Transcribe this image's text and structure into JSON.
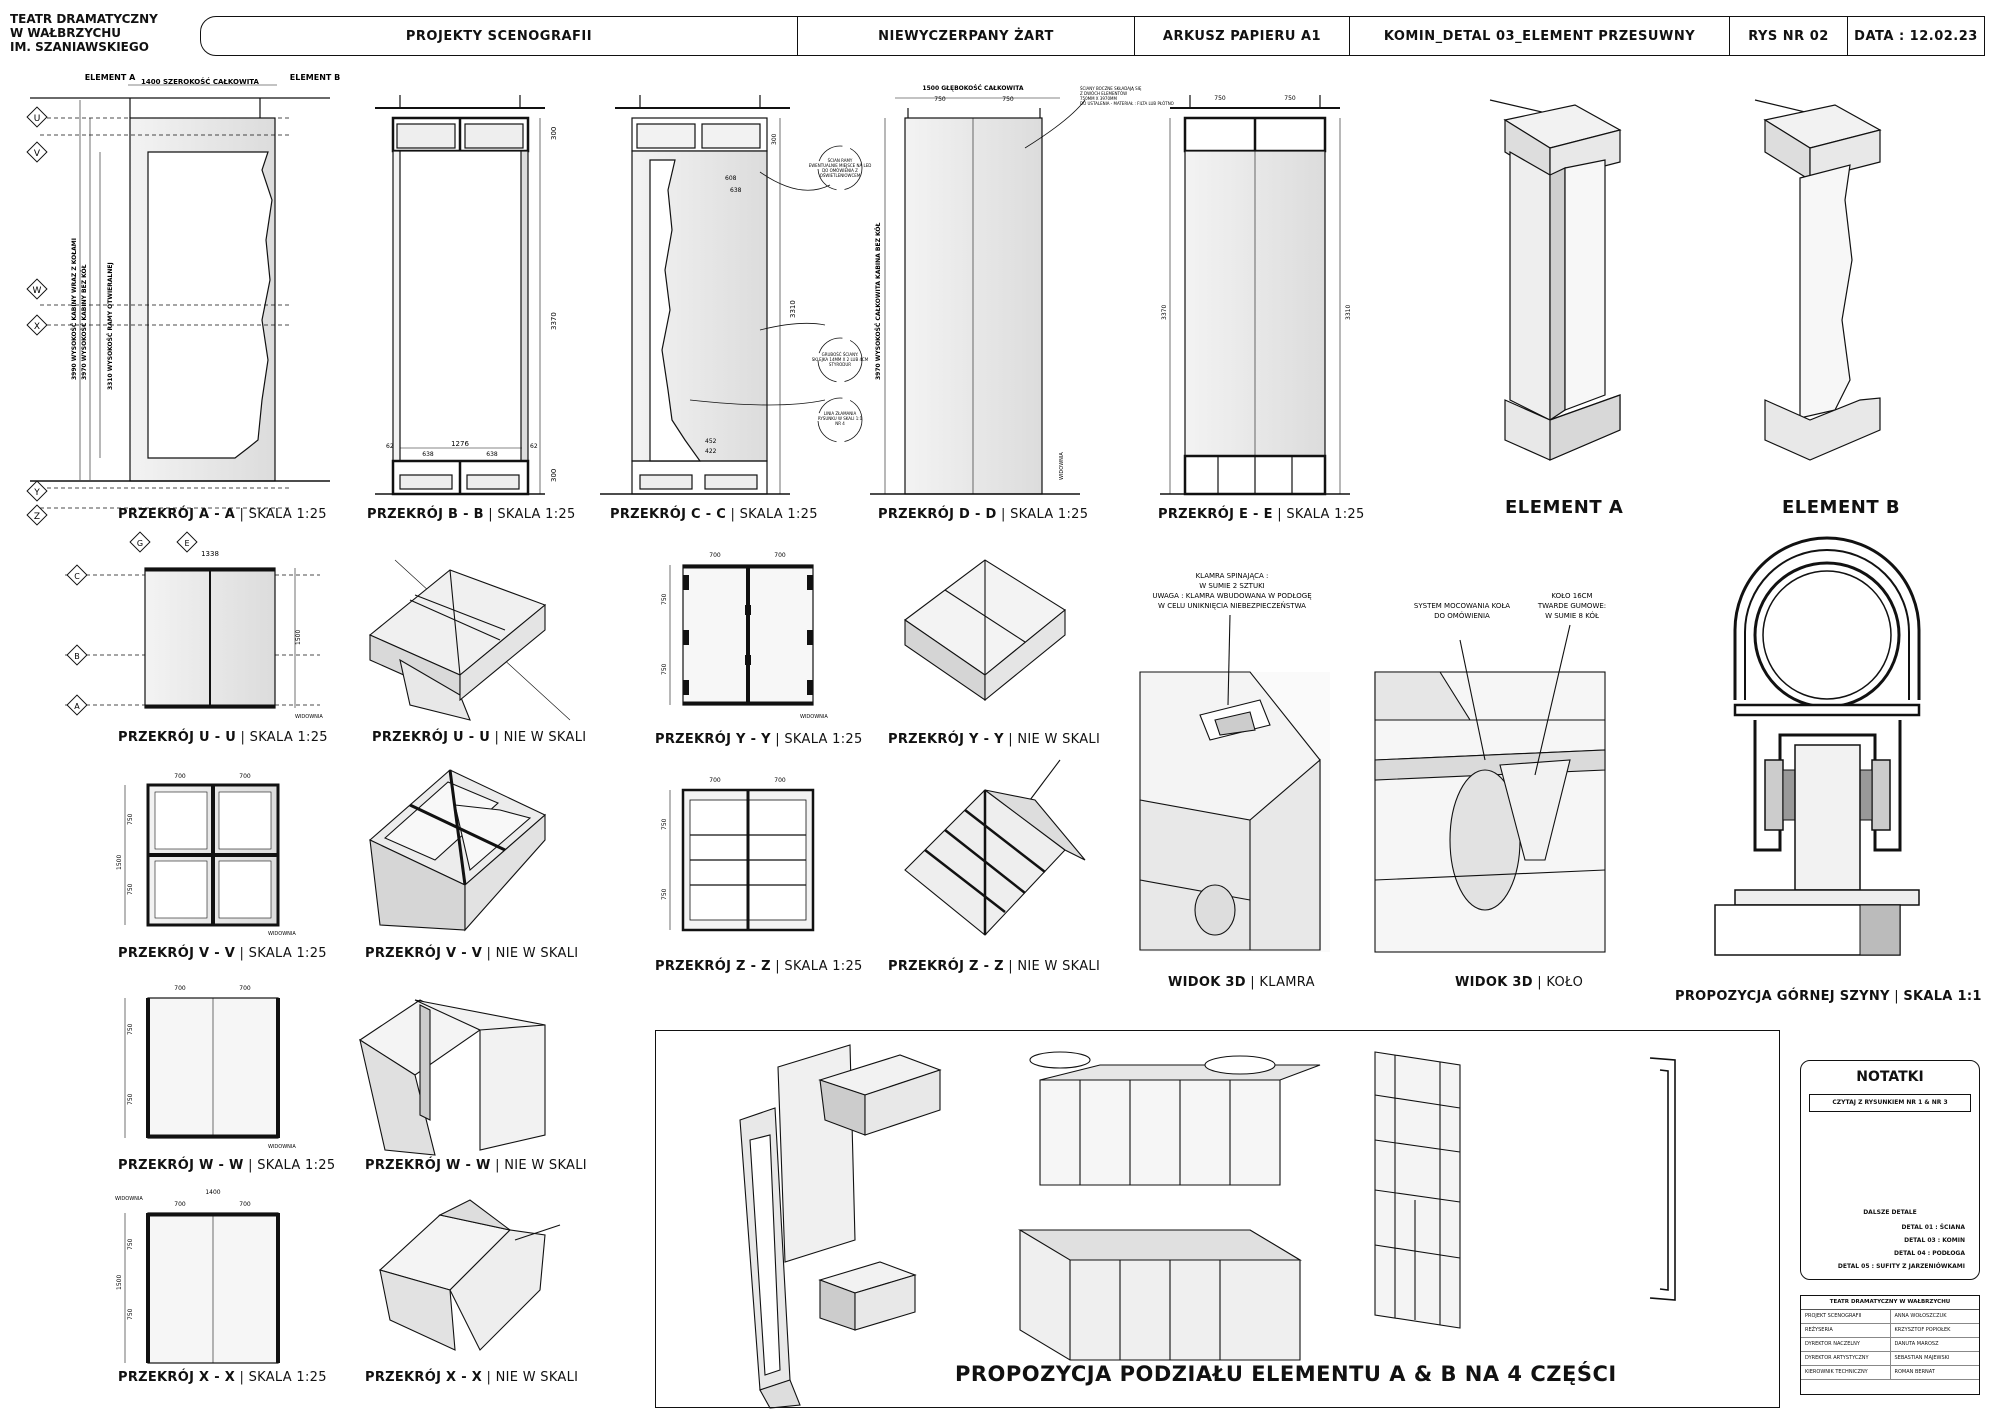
{
  "header": {
    "org_lines": [
      "TEATR DRAMATYCZNY",
      "W WAŁBRZYCHU",
      "IM. SZANIAWSKIEGO"
    ],
    "cells": [
      "PROJEKTY SCENOGRAFII",
      "NIEWYCZERPANY ŻART",
      "ARKUSZ PAPIERU A1",
      "KOMIN_DETAL 03_ELEMENT PRZESUWNY",
      "RYS NR 02",
      "DATA : 12.02.23"
    ]
  },
  "sections_row1": [
    {
      "name": "PRZEKRÓJ   A - A",
      "scale": "SKALA 1:25"
    },
    {
      "name": "PRZEKRÓJ  B - B",
      "scale": "SKALA 1:25"
    },
    {
      "name": "PRZEKRÓJ  C - C",
      "scale": "SKALA 1:25"
    },
    {
      "name": "PRZEKRÓJ  D - D",
      "scale": "SKALA 1:25"
    },
    {
      "name": "PRZEKRÓJ  E - E",
      "scale": "SKALA 1:25"
    }
  ],
  "elements": {
    "a": "ELEMENT A",
    "b": "ELEMENT  B"
  },
  "row2": {
    "uu1": {
      "name": "PRZEKRÓJ   U - U",
      "scale": "SKALA 1:25"
    },
    "uu2": {
      "name": "PRZEKRÓJ  U - U",
      "scale": "NIE W SKALI"
    },
    "yy1": {
      "name": "PRZEKRÓJ   Y - Y",
      "scale": "SKALA 1:25"
    },
    "yy2": {
      "name": "PRZEKRÓJ   Y - Y",
      "scale": "NIE W SKALI"
    }
  },
  "row3": {
    "vv1": {
      "name": "PRZEKRÓJ   V - V",
      "scale": "SKALA 1:25"
    },
    "vv2": {
      "name": "PRZEKRÓJ   V - V",
      "scale": "NIE W SKALI"
    },
    "zz1": {
      "name": "PRZEKRÓJ   Z - Z",
      "scale": "SKALA 1:25"
    },
    "zz2": {
      "name": "PRZEKRÓJ   Z - Z",
      "scale": "NIE W SKALI"
    }
  },
  "row4": {
    "ww1": {
      "name": "PRZEKRÓJ   W - W",
      "scale": "SKALA 1:25"
    },
    "ww2": {
      "name": "PRZEKRÓJ   W - W",
      "scale": "NIE W SKALI"
    }
  },
  "row5": {
    "xx1": {
      "name": "PRZEKRÓJ   X - X",
      "scale": "SKALA 1:25"
    },
    "xx2": {
      "name": "PRZEKRÓJ   X - X",
      "scale": "NIE W SKALI"
    }
  },
  "views3d": {
    "klamra": {
      "name": "WIDOK 3D",
      "sub": "KLAMRA"
    },
    "kolo": {
      "name": "WIDOK 3D",
      "sub": "KOŁO"
    },
    "szyna": {
      "name": "PROPOZYCJA GÓRNEJ SZYNY",
      "sub": "SKALA 1:1"
    }
  },
  "callouts": {
    "klamra": [
      "KLAMRA SPINAJĄCA :",
      "W SUMIE 2 SZTUKI",
      "UWAGA : KLAMRA WBUDOWANA W PODŁOGĘ",
      "W CELU UNIKNIĘCIA NIEBEZPIECZEŃSTWA"
    ],
    "system": [
      "SYSTEM MOCOWANIA KOŁA",
      "DO OMÓWIENIA"
    ],
    "kolo": [
      "KOŁO 16CM",
      "TWARDE GUMOWE:",
      "W SUMIE 8 KÓŁ"
    ]
  },
  "proposal_title": "PROPOZYCJA PODZIAŁU  ELEMENTU A & B NA 4 CZĘŚCI",
  "notes": {
    "title": "NOTATKI",
    "sub": "CZYTAJ Z RYSUNKIEM NR 1 & NR 3",
    "details_head": "DALSZE DETALE",
    "details": [
      "DETAL 01 : ŚCIANA",
      "DETAL 03 : KOMIN",
      "DETAL 04 : PODŁOGA",
      "DETAL 05 : SUFITY Z JARZENIÓWKAMI"
    ]
  },
  "credits": {
    "title": "TEATR DRAMATYCZNY W WAŁBRZYCHU",
    "rows": [
      [
        "PROJEKT SCENOGRAFII",
        "ANNA WOŁOSZCZUK"
      ],
      [
        "REŻYSERIA",
        "KRZYSZTOF POPIOŁEK"
      ],
      [
        "DYREKTOR NACZELNY",
        "DANUTA MAROSZ"
      ],
      [
        "DYREKTOR ARTYSTYCZNY",
        "SEBASTIAN MAJEWSKI"
      ],
      [
        "KIEROWNIK TECHNICZNY",
        "ROMAN BERNAT"
      ]
    ]
  },
  "dims": {
    "aa_width": "1400 SZEROKOŚĆ CAŁKOWITA",
    "el_a": "ELEMENT A",
    "el_b": "ELEMENT B",
    "aa_h1": "3990 WYSOKOŚĆ KABINY WRAZ Z KOŁAMI",
    "aa_h2": "3970 WYSOKOŚĆ KABINY BEZ KÓŁ",
    "aa_h3": "3310 WYSOKOŚĆ RAMY OTWIERALNEJ",
    "d300": "300",
    "d3370": "3370",
    "d3310": "3310",
    "d1276": "1276",
    "d638": "638",
    "d62": "62",
    "d608": "608",
    "d452": "452",
    "d422": "422",
    "dd_depth": "1500 GŁĘBOKOŚĆ CAŁKOWITA",
    "d750": "750",
    "dd_h": "3970 WYSOKOŚĆ CAŁKOWITA   KABINA BEZ KÓŁ",
    "widownia": "WIDOWNIA",
    "d700": "700",
    "d1338": "1338",
    "d1500": "1500",
    "d1400": "1400",
    "cc_note1": [
      "ŚCIAN RAMY",
      "EWENTUALNIE MIEJSCE NA LED",
      "DO OMÓWIENIA Z",
      "OŚWIETLENIOWCEM"
    ],
    "cc_note2": [
      "GRUBOŚĆ ŚCIANY:",
      "SKLEJKA 14MM X 2 LUB 4CM",
      "STYRODUR"
    ],
    "cc_note3": [
      "LINIA ZŁAMANIA",
      "RYSUNKU W SKALI 1:1",
      "NR 4"
    ],
    "dd_note": [
      "ŚCIANY BOCZNE SKŁADAJĄ SIĘ",
      "Z DWÓCH ELEMENTÓW",
      "750MM X 3970MM",
      "DO USTALENIA - MATERIAŁ : FILTA LUB PŁÓTNO"
    ]
  },
  "markers": [
    "U",
    "V",
    "W",
    "X",
    "Y",
    "Z",
    "C",
    "B",
    "A",
    "G",
    "E"
  ]
}
